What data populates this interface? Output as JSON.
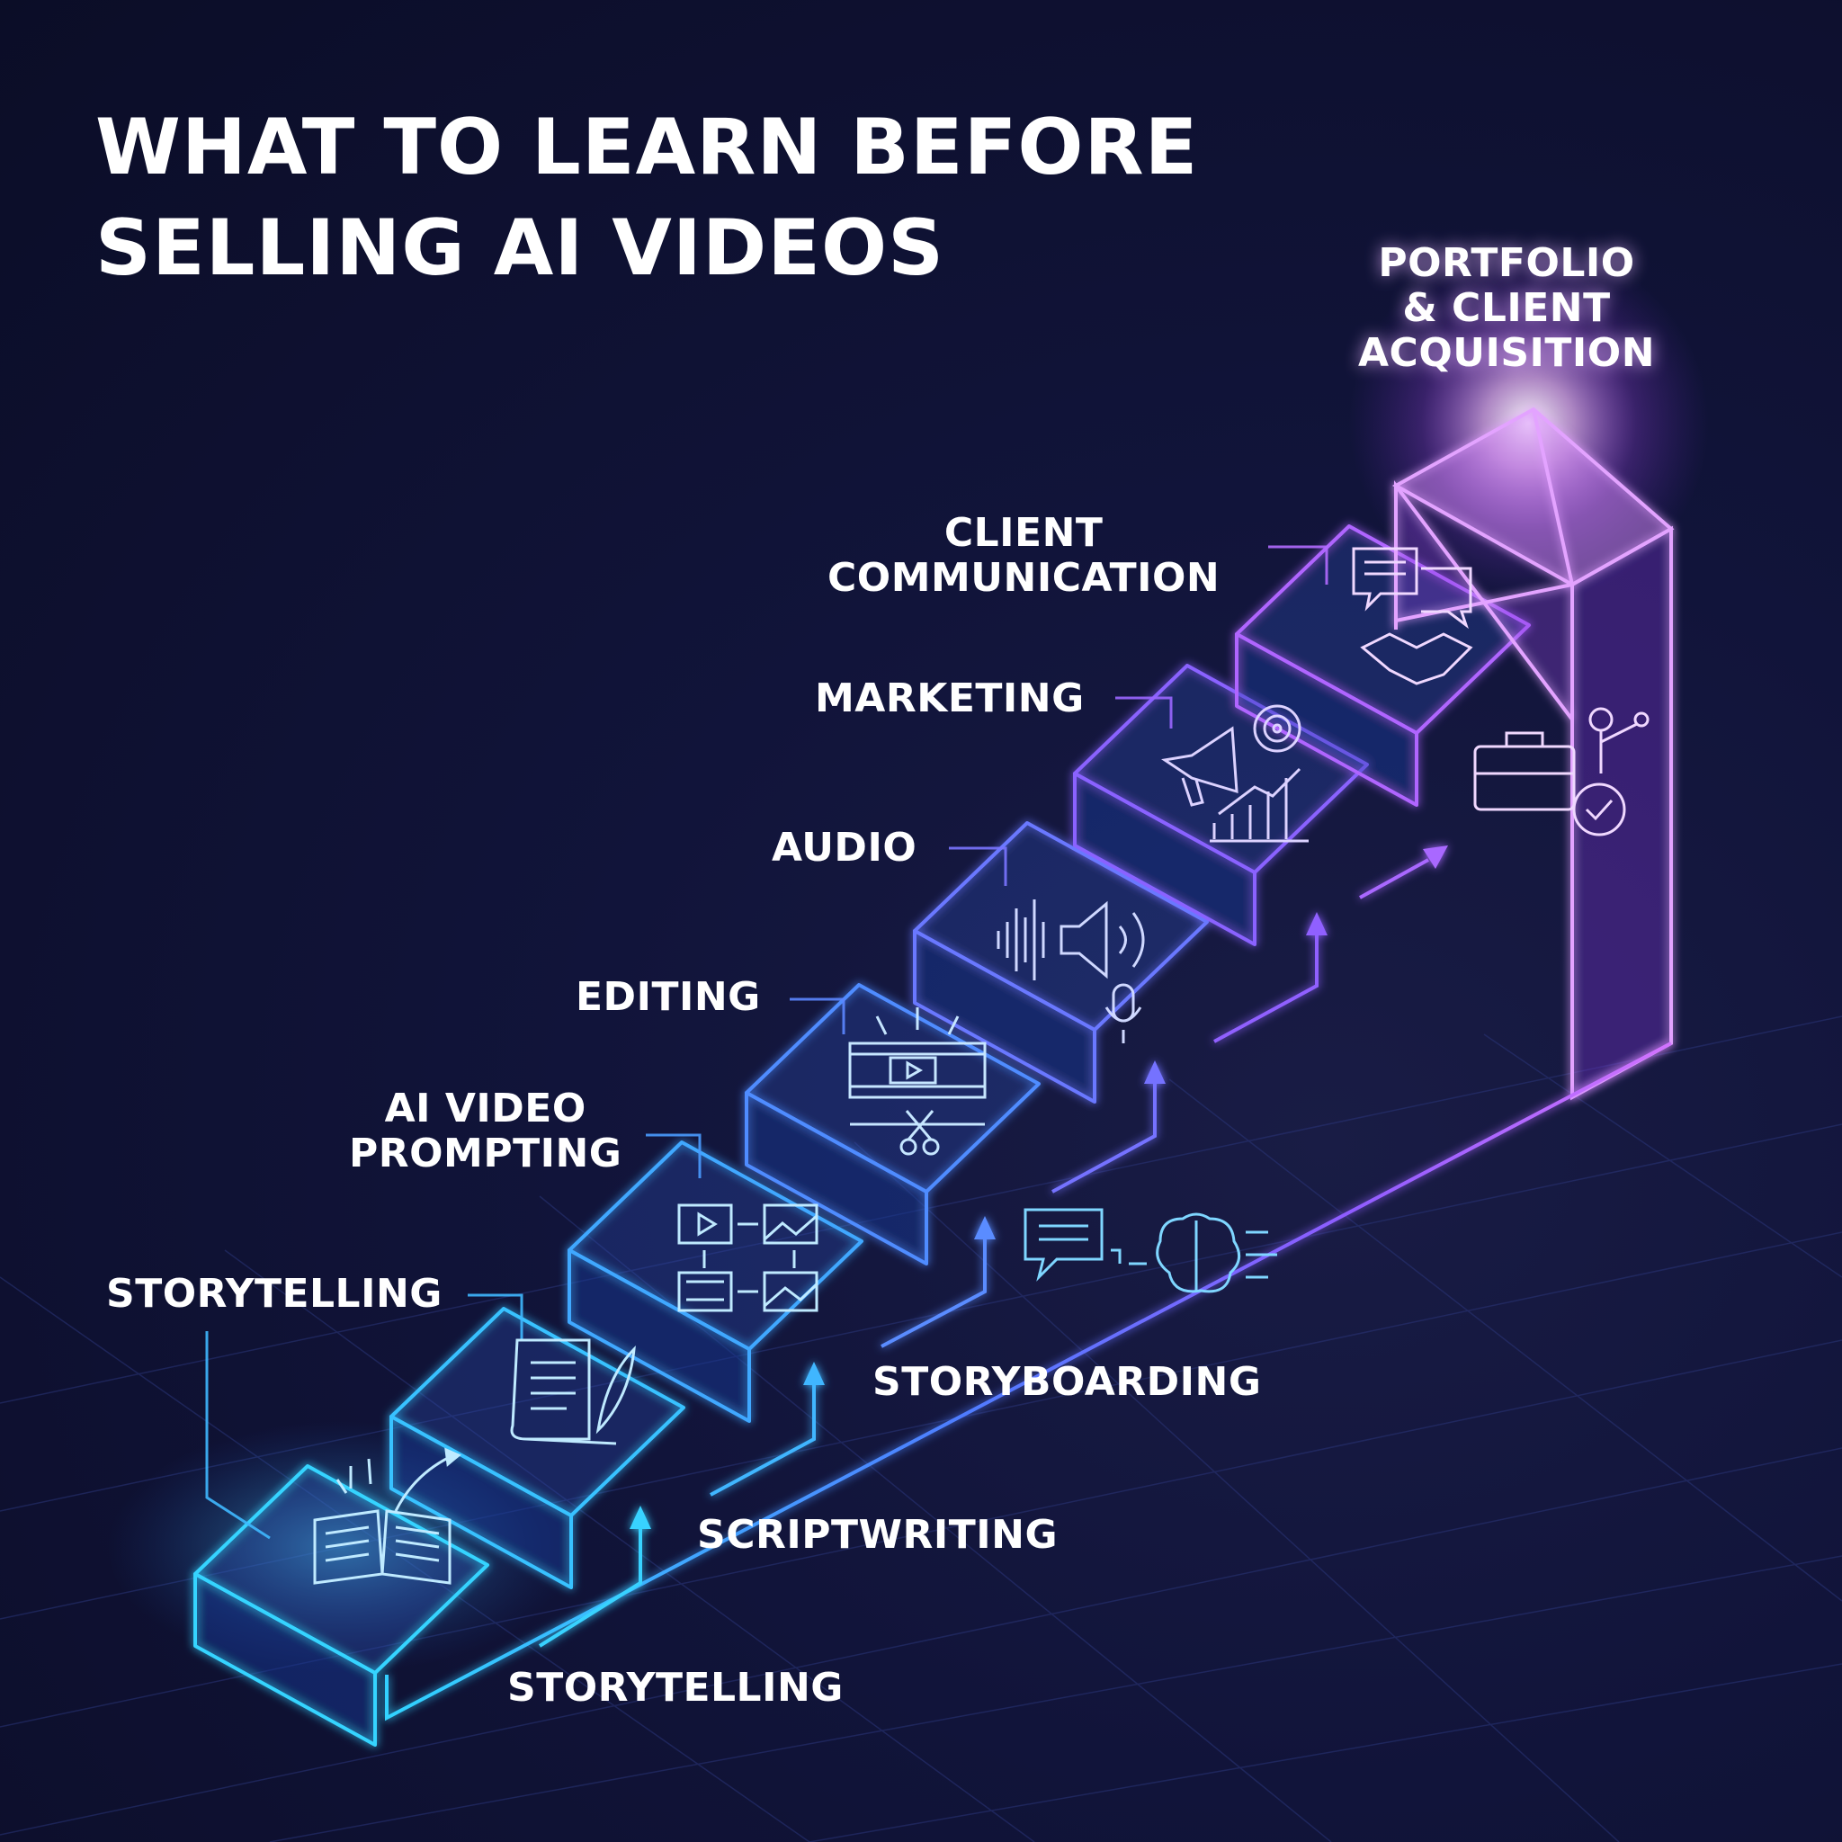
{
  "title": {
    "line1": "WHAT TO LEARN BEFORE",
    "line2": "SELLING AI VIDEOS"
  },
  "steps": [
    {
      "label": "STORYTELLING",
      "icon": "open-book-idea-icon"
    },
    {
      "label": "STORYTELLING",
      "icon": "scroll-quill-icon"
    },
    {
      "label_line1": "AI VIDEO",
      "label_line2": "PROMPTING",
      "icon": "video-image-flow-icon"
    },
    {
      "label": "EDITING",
      "icon": "film-strip-scissors-icon"
    },
    {
      "label": "AUDIO",
      "icon": "soundwave-speaker-mic-icon"
    },
    {
      "label": "MARKETING",
      "icon": "megaphone-target-chart-icon"
    },
    {
      "label_line1": "CLIENT",
      "label_line2": "COMMUNICATION",
      "icon": "chat-handshake-icon"
    },
    {
      "label_line1": "PORTFOLIO",
      "label_line2": "& CLIENT",
      "label_line3": "ACQUISITION",
      "icon": "briefcase-person-key-icon"
    }
  ],
  "side_labels": {
    "storytelling": "STORYTELLING",
    "scriptwriting": "SCRIPTWRITING",
    "storyboarding": "STORYBOARDING"
  },
  "side_icon": "chat-to-brain-icon",
  "colors": {
    "background": "#0c0f2a",
    "step_cyan": "#35c9ff",
    "step_blue": "#4a7dff",
    "step_violet": "#9a5cff",
    "step_magenta": "#d06bff",
    "text": "#ffffff"
  }
}
